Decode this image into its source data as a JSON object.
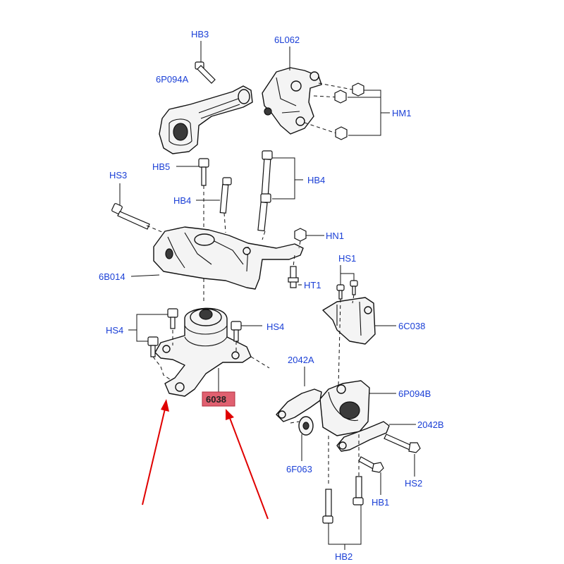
{
  "labels": {
    "hb3": "HB3",
    "l6l062": "6L062",
    "p6p094a": "6P094A",
    "hm1": "HM1",
    "hb5": "HB5",
    "hs3": "HS3",
    "hb4_upper": "HB4",
    "hb4_lower": "HB4",
    "hn1": "HN1",
    "b6b014": "6B014",
    "ht1": "HT1",
    "hs1": "HS1",
    "hs4_left": "HS4",
    "hs4_right": "HS4",
    "c6c038": "6C038",
    "a2042a": "2042A",
    "p6p094b": "6P094B",
    "p6038": "6038",
    "b2042b": "2042B",
    "f6f063": "6F063",
    "hs2": "HS2",
    "hb1": "HB1",
    "hb2": "HB2"
  },
  "highlight": {
    "part": "6038",
    "fill": "#e06070",
    "arrow_color": "#e00000"
  },
  "colors": {
    "label": "#1a3fd6",
    "line": "#111111"
  }
}
